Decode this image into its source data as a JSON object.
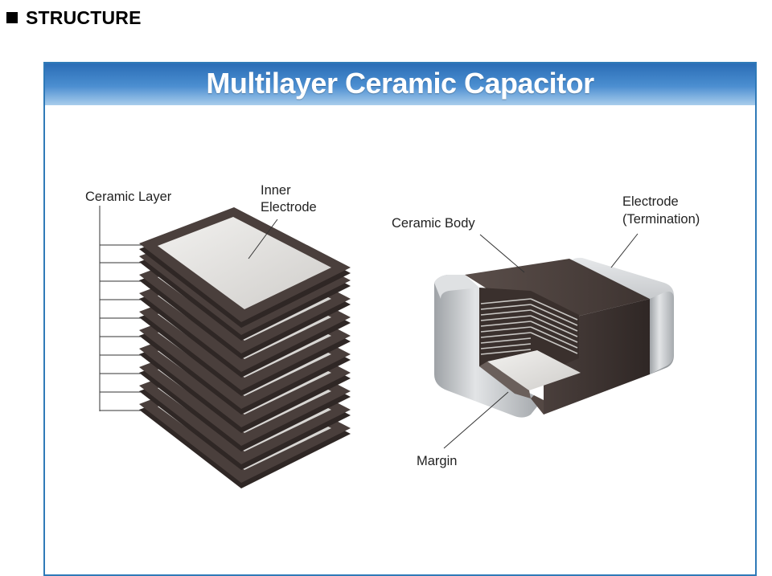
{
  "section": {
    "title": "STRUCTURE"
  },
  "diagram": {
    "title": "Multilayer Ceramic Capacitor",
    "labels": {
      "ceramic_layer": "Ceramic Layer",
      "inner_electrode_line1": "Inner",
      "inner_electrode_line2": "Electrode",
      "ceramic_body": "Ceramic Body",
      "electrode_line1": "Electrode",
      "electrode_line2": "(Termination)",
      "margin": "Margin"
    }
  },
  "colors": {
    "title_band": "#3b7fc4",
    "frame_border": "#2f7ab8",
    "ceramic_dark": "#4a3f3c",
    "electrode_light": "#d8d6d3",
    "termination_metal": "#b9bcbf"
  }
}
